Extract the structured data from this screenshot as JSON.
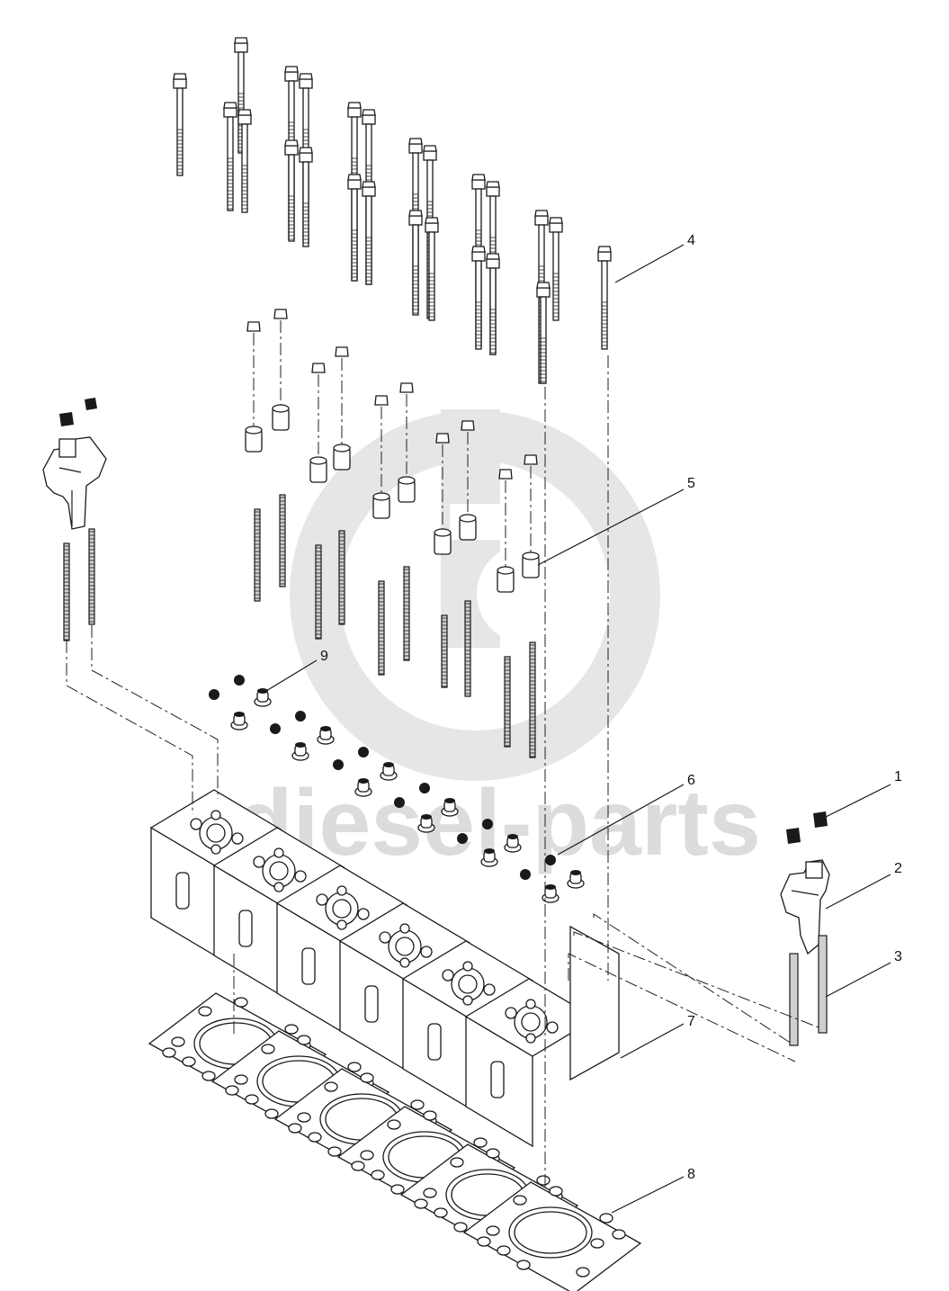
{
  "watermark": {
    "text": "diesel-parts",
    "color": "#d9d9d9"
  },
  "callouts": [
    {
      "id": "callout-1",
      "number": "1"
    },
    {
      "id": "callout-2",
      "number": "2"
    },
    {
      "id": "callout-3",
      "number": "3"
    },
    {
      "id": "callout-4",
      "number": "4"
    },
    {
      "id": "callout-5",
      "number": "5"
    },
    {
      "id": "callout-6",
      "number": "6"
    },
    {
      "id": "callout-7",
      "number": "7"
    },
    {
      "id": "callout-8",
      "number": "8"
    },
    {
      "id": "callout-9",
      "number": "9"
    }
  ],
  "colors": {
    "line": "#1a1a1a",
    "background": "#ffffff",
    "watermark": "#d9d9d9"
  }
}
